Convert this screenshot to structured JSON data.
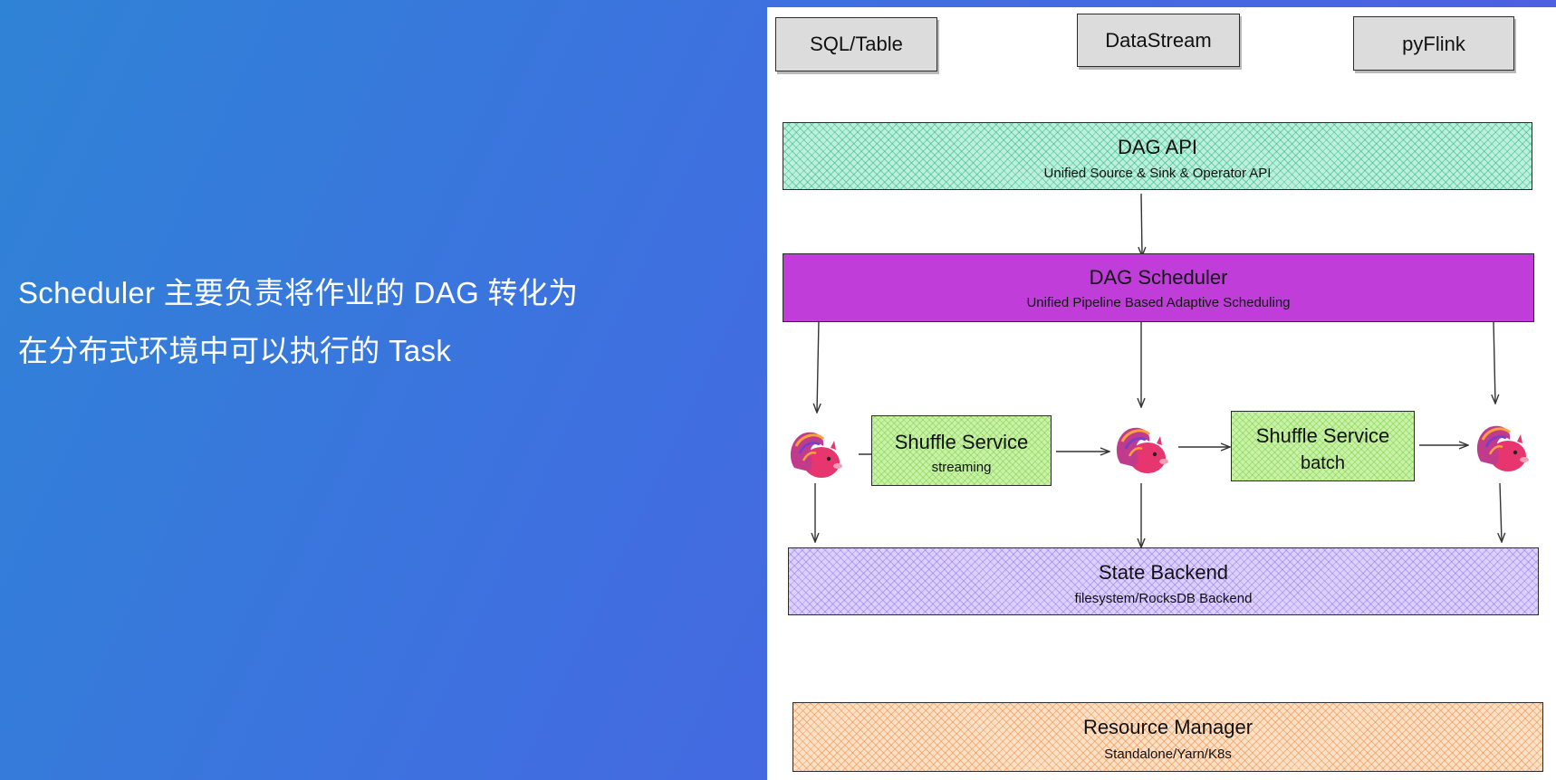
{
  "caption": {
    "line1": "Scheduler 主要负责将作业的 DAG 转化为",
    "line2": "在分布式环境中可以执行的 Task"
  },
  "diagram": {
    "apis": {
      "sql_table": "SQL/Table",
      "datastream": "DataStream",
      "pyflink": "pyFlink"
    },
    "dag_api": {
      "title": "DAG  API",
      "subtitle": "Unified Source & Sink & Operator API"
    },
    "dag_scheduler": {
      "title": "DAG Scheduler",
      "subtitle": "Unified Pipeline Based Adaptive Scheduling"
    },
    "shuffle_streaming": {
      "title": "Shuffle Service",
      "subtitle": "streaming"
    },
    "shuffle_batch": {
      "title": "Shuffle Service",
      "subtitle": "batch"
    },
    "state_backend": {
      "title": "State Backend",
      "subtitle": "filesystem/RocksDB Backend"
    },
    "resource_manager": {
      "title": "Resource Manager",
      "subtitle": "Standalone/Yarn/K8s"
    }
  },
  "colors": {
    "dag_api": "#bdf0dc",
    "dag_scheduler": "#c03dda",
    "shuffle": "#c9f2a6",
    "state_backend": "#dcd0ff",
    "resource_manager": "#fde1c7"
  },
  "icons": {
    "task_node": "flink-squirrel-icon"
  }
}
